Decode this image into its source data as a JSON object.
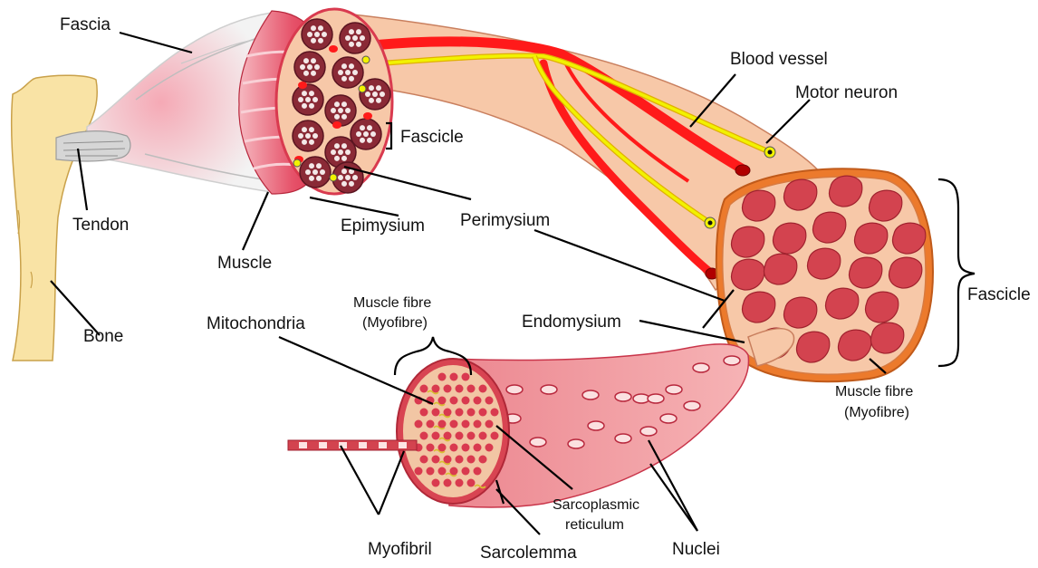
{
  "labels": {
    "fascia": "Fascia",
    "tendon": "Tendon",
    "bone": "Bone",
    "muscle": "Muscle",
    "epimysium": "Epimysium",
    "fascicle_small": "Fascicle",
    "perimysium": "Perimysium",
    "blood_vessel": "Blood vessel",
    "motor_neuron": "Motor neuron",
    "fascicle_large": "Fascicle",
    "endomysium": "Endomysium",
    "muscle_fibre_top_line1": "Muscle fibre",
    "muscle_fibre_top_line2": "(Myofibre)",
    "mitochondria": "Mitochondria",
    "muscle_fibre_right_line1": "Muscle fibre",
    "muscle_fibre_right_line2": "(Myofibre)",
    "sarcoplasmic_line1": "Sarcoplasmic",
    "sarcoplasmic_line2": "reticulum",
    "myofibril": "Myofibril",
    "sarcolemma": "Sarcolemma",
    "nuclei": "Nuclei"
  },
  "colors": {
    "bone": "#f9e3a5",
    "bone_outline": "#c9a14a",
    "muscle_red": "#d93a4f",
    "fascicle_dark": "#7a1c2a",
    "skin_pink": "#f7c8a8",
    "fibre_red": "#d3434f",
    "perimysium_orange": "#ec7a2c",
    "nerve_yellow": "#f2f200",
    "vessel_red": "#ff1a1a",
    "sarcoplasm_pink": "#f3a6aa"
  }
}
